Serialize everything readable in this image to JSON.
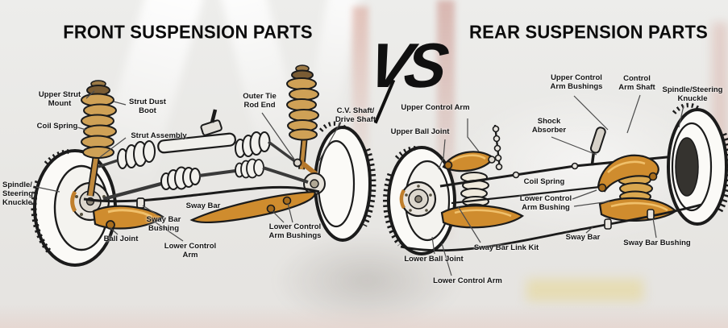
{
  "front": {
    "title": "FRONT SUSPENSION PARTS",
    "labels": {
      "upper_strut_mount": "Upper Strut\nMount",
      "strut_dust_boot": "Strut Dust\nBoot",
      "coil_spring": "Coil Spring",
      "strut_assembly": "Strut Assembly",
      "outer_tie_rod_end": "Outer Tie\nRod End",
      "cv_shaft_drive_shaft": "C.V. Shaft/\nDrive Shaft",
      "spindle_steering_knuckle": "Spindle/\nSteering\nKnuckle",
      "sway_bar": "Sway Bar",
      "sway_bar_bushing": "Sway Bar\nBushing",
      "ball_joint": "Ball Joint",
      "lower_control_arm": "Lower Control\nArm",
      "lower_control_arm_bushings": "Lower Control\nArm Bushings"
    }
  },
  "divider": {
    "vs": "VS"
  },
  "rear": {
    "title": "REAR SUSPENSION PARTS",
    "labels": {
      "upper_control_arm_bushings": "Upper Control\nArm Bushings",
      "control_arm_shaft": "Control\nArm Shaft",
      "spindle_steering_knuckle": "Spindle/Steering\nKnuckle",
      "upper_control_arm": "Upper Control Arm",
      "upper_ball_joint": "Upper Ball Joint",
      "shock_absorber": "Shock\nAbsorber",
      "coil_spring": "Coil Spring",
      "lower_control_arm_bushing": "Lower Control\nArm Bushing",
      "sway_bar": "Sway Bar",
      "sway_bar_bushing": "Sway Bar Bushing",
      "sway_bar_link_kit": "Sway Bar Link Kit",
      "lower_ball_joint": "Lower Ball Joint",
      "lower_control_arm": "Lower Control Arm"
    }
  },
  "colors": {
    "background": "#e9e8e6",
    "ink": "#1b1b1b",
    "part_orange": "#cf8c2e",
    "spring_tan": "#cfa156",
    "accent_red": "#c05a48",
    "vs_black": "#101010"
  }
}
